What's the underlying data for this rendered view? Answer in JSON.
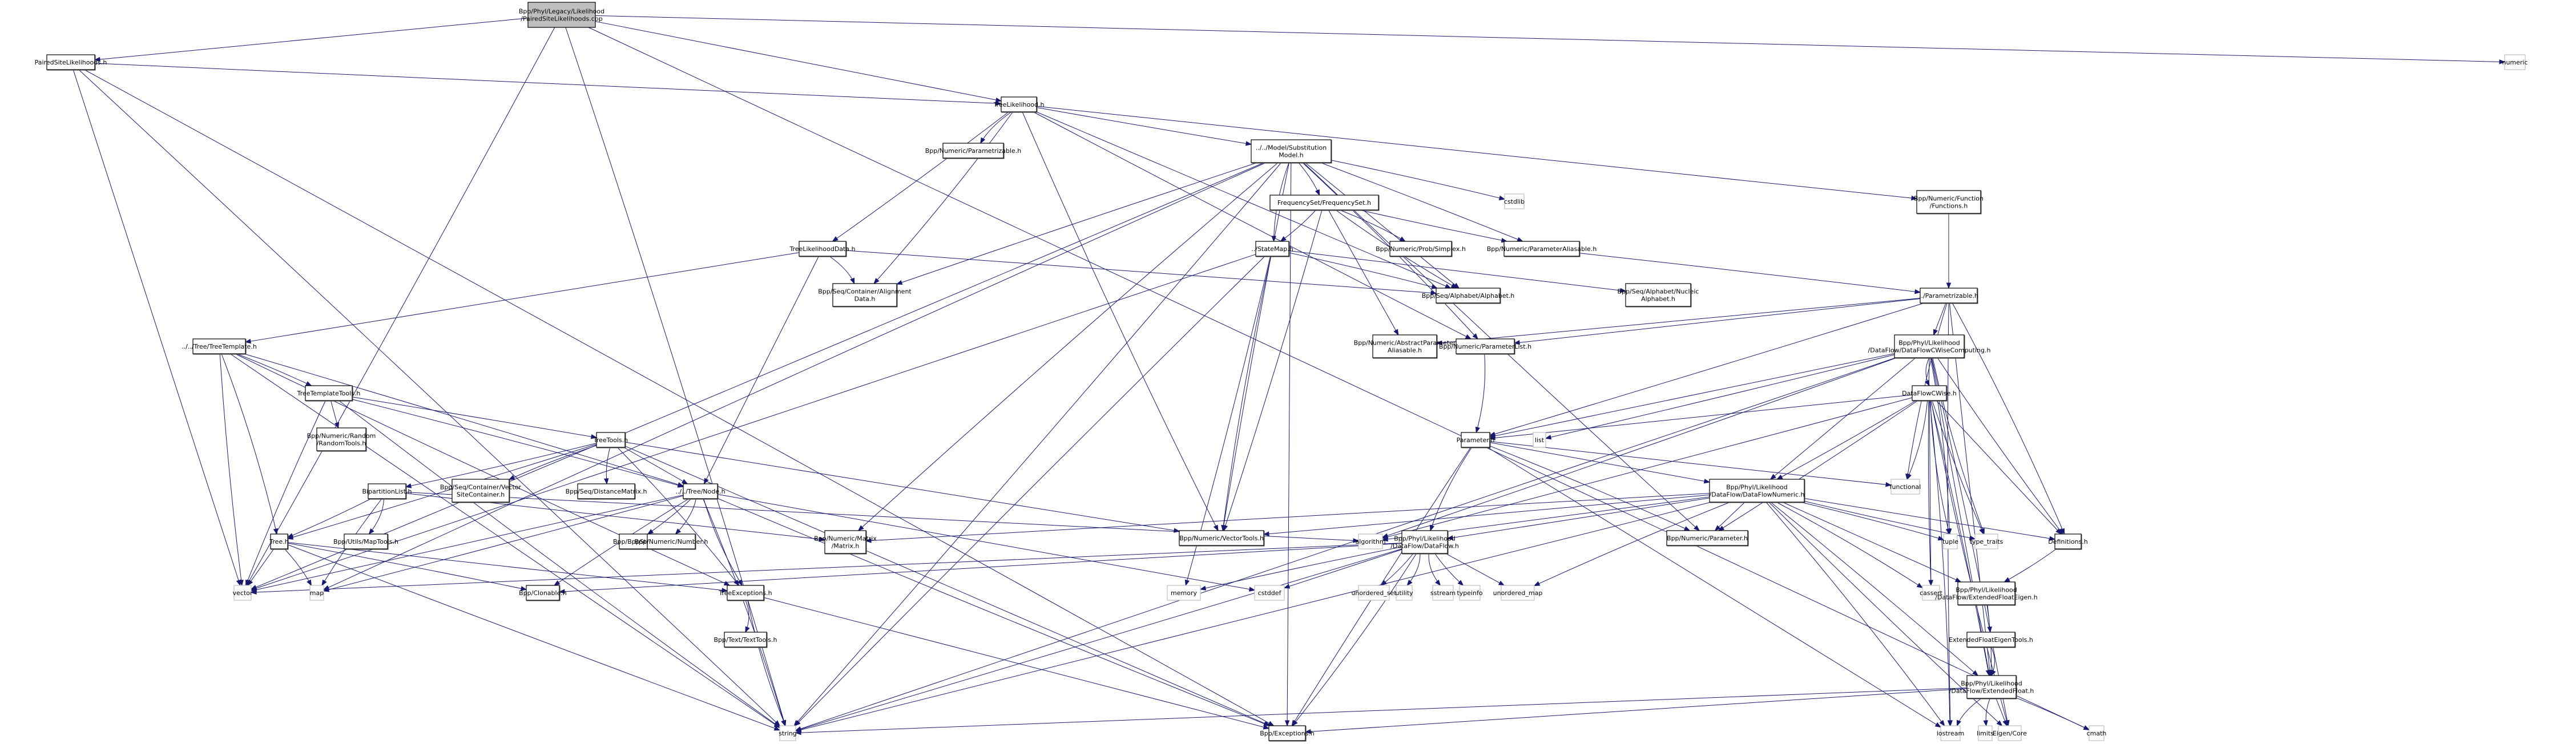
{
  "diagram": {
    "type": "include-dependency-graph",
    "edge_color": "#191970",
    "root_fill": "#bfbfbf",
    "nodes": {
      "root": {
        "label": [
          "Bpp/Phyl/Legacy/Likelihood",
          "/PairedSiteLikelihoods.cpp"
        ],
        "kind": "root"
      },
      "psl": {
        "label": [
          "PairedSiteLikelihoods.h"
        ],
        "kind": "hdr"
      },
      "tl": {
        "label": [
          "TreeLikelihood.h"
        ],
        "kind": "hdr"
      },
      "parametrizable_num": {
        "label": [
          "Bpp/Numeric/Parametrizable.h"
        ],
        "kind": "hdr"
      },
      "subst": {
        "label": [
          "../../Model/Substitution",
          "Model.h"
        ],
        "kind": "hdr"
      },
      "funcs": {
        "label": [
          "Bpp/Numeric/Function",
          "/Functions.h"
        ],
        "kind": "hdr"
      },
      "freqset": {
        "label": [
          "FrequencySet/FrequencySet.h"
        ],
        "kind": "hdr"
      },
      "cstdlib": {
        "label": [
          "cstdlib"
        ],
        "kind": "sys"
      },
      "numeric": {
        "label": [
          "numeric"
        ],
        "kind": "sys"
      },
      "tld": {
        "label": [
          "TreeLikelihoodData.h"
        ],
        "kind": "hdr"
      },
      "aligndata": {
        "label": [
          "Bpp/Seq/Container/Alignment",
          "Data.h"
        ],
        "kind": "hdr"
      },
      "statemap": {
        "label": [
          "../StateMap.h"
        ],
        "kind": "hdr"
      },
      "nucalpha": {
        "label": [
          "Bpp/Seq/Alphabet/Nucleic",
          "Alphabet.h"
        ],
        "kind": "hdr"
      },
      "simplex": {
        "label": [
          "Bpp/Numeric/Prob/Simplex.h"
        ],
        "kind": "hdr"
      },
      "alphabet": {
        "label": [
          "Bpp/Seq/Alphabet/Alphabet.h"
        ],
        "kind": "hdr"
      },
      "paramalias": {
        "label": [
          "Bpp/Numeric/ParameterAliasable.h"
        ],
        "kind": "hdr"
      },
      "parametrizable": {
        "label": [
          "../Parametrizable.h"
        ],
        "kind": "hdr"
      },
      "treetemplate": {
        "label": [
          "../../Tree/TreeTemplate.h"
        ],
        "kind": "hdr"
      },
      "abstractalias": {
        "label": [
          "Bpp/Numeric/AbstractParameter",
          "Aliasable.h"
        ],
        "kind": "hdr"
      },
      "paramlist": {
        "label": [
          "Bpp/Numeric/ParameterList.h"
        ],
        "kind": "hdr"
      },
      "dfcwc": {
        "label": [
          "Bpp/Phyl/Likelihood",
          "/DataFlow/DataFlowCWiseComputing.h"
        ],
        "kind": "hdr"
      },
      "ttt": {
        "label": [
          "TreeTemplateTools.h"
        ],
        "kind": "hdr"
      },
      "randomtools": {
        "label": [
          "Bpp/Numeric/Random",
          "/RandomTools.h"
        ],
        "kind": "hdr"
      },
      "dfcwise": {
        "label": [
          "DataFlowCWise.h"
        ],
        "kind": "hdr"
      },
      "treetools": {
        "label": [
          "TreeTools.h"
        ],
        "kind": "hdr"
      },
      "param_h": {
        "label": [
          "Parameter.h"
        ],
        "kind": "hdr"
      },
      "list": {
        "label": [
          "list"
        ],
        "kind": "sys"
      },
      "functional": {
        "label": [
          "functional"
        ],
        "kind": "sys"
      },
      "biplist": {
        "label": [
          "BipartitionList.h"
        ],
        "kind": "hdr"
      },
      "vsc": {
        "label": [
          "Bpp/Seq/Container/Vector",
          "SiteContainer.h"
        ],
        "kind": "hdr"
      },
      "distmat": {
        "label": [
          "Bpp/Seq/DistanceMatrix.h"
        ],
        "kind": "hdr"
      },
      "node": {
        "label": [
          "../../Tree/Node.h"
        ],
        "kind": "hdr"
      },
      "dfnum": {
        "label": [
          "Bpp/Phyl/Likelihood",
          "/DataFlow/DataFlowNumeric.h"
        ],
        "kind": "hdr"
      },
      "tree": {
        "label": [
          "Tree.h"
        ],
        "kind": "hdr"
      },
      "maptools": {
        "label": [
          "Bpp/Utils/MapTools.h"
        ],
        "kind": "hdr"
      },
      "bppstring": {
        "label": [
          "Bpp/BppString.h"
        ],
        "kind": "hdr"
      },
      "number": {
        "label": [
          "Bpp/Numeric/Number.h"
        ],
        "kind": "hdr"
      },
      "matrix": {
        "label": [
          "Bpp/Numeric/Matrix",
          "/Matrix.h"
        ],
        "kind": "hdr"
      },
      "vectortools": {
        "label": [
          "Bpp/Numeric/VectorTools.h"
        ],
        "kind": "hdr"
      },
      "algorithm": {
        "label": [
          "algorithm"
        ],
        "kind": "sys"
      },
      "dataflow": {
        "label": [
          "Bpp/Phyl/Likelihood",
          "/DataFlow/DataFlow.h"
        ],
        "kind": "hdr"
      },
      "numparam": {
        "label": [
          "Bpp/Numeric/Parameter.h"
        ],
        "kind": "hdr"
      },
      "tuple": {
        "label": [
          "tuple"
        ],
        "kind": "sys"
      },
      "typetraits": {
        "label": [
          "type_traits"
        ],
        "kind": "sys"
      },
      "definitions": {
        "label": [
          "Definitions.h"
        ],
        "kind": "hdr"
      },
      "vector": {
        "label": [
          "vector"
        ],
        "kind": "sys"
      },
      "map": {
        "label": [
          "map"
        ],
        "kind": "sys"
      },
      "clonable": {
        "label": [
          "Bpp/Clonable.h"
        ],
        "kind": "hdr"
      },
      "treeexc": {
        "label": [
          "TreeExceptions.h"
        ],
        "kind": "hdr"
      },
      "memory": {
        "label": [
          "memory"
        ],
        "kind": "sys"
      },
      "cstddef": {
        "label": [
          "cstddef"
        ],
        "kind": "sys"
      },
      "unordered_set": {
        "label": [
          "unordered_set"
        ],
        "kind": "sys"
      },
      "utility": {
        "label": [
          "utility"
        ],
        "kind": "sys"
      },
      "sstream": {
        "label": [
          "sstream"
        ],
        "kind": "sys"
      },
      "typeinfo": {
        "label": [
          "typeinfo"
        ],
        "kind": "sys"
      },
      "unordered_map": {
        "label": [
          "unordered_map"
        ],
        "kind": "sys"
      },
      "cassert": {
        "label": [
          "cassert"
        ],
        "kind": "sys"
      },
      "efeigen": {
        "label": [
          "Bpp/Phyl/Likelihood",
          "/DataFlow/ExtendedFloatEigen.h"
        ],
        "kind": "hdr"
      },
      "texttools": {
        "label": [
          "Bpp/Text/TextTools.h"
        ],
        "kind": "hdr"
      },
      "efetools": {
        "label": [
          "ExtendedFloatEigenTools.h"
        ],
        "kind": "hdr"
      },
      "extfloat": {
        "label": [
          "Bpp/Phyl/Likelihood",
          "/DataFlow/ExtendedFloat.h"
        ],
        "kind": "hdr"
      },
      "string": {
        "label": [
          "string"
        ],
        "kind": "sys"
      },
      "exceptions": {
        "label": [
          "Bpp/Exceptions.h"
        ],
        "kind": "hdr"
      },
      "iostream": {
        "label": [
          "iostream"
        ],
        "kind": "sys"
      },
      "limits": {
        "label": [
          "limits"
        ],
        "kind": "sys"
      },
      "eigencore": {
        "label": [
          "Eigen/Core"
        ],
        "kind": "sys"
      },
      "cmath": {
        "label": [
          "cmath"
        ],
        "kind": "sys"
      }
    },
    "edges": [
      [
        "root",
        "psl"
      ],
      [
        "root",
        "tl"
      ],
      [
        "root",
        "numeric"
      ],
      [
        "root",
        "vector"
      ],
      [
        "root",
        "string"
      ],
      [
        "root",
        "cmath"
      ],
      [
        "psl",
        "tl"
      ],
      [
        "psl",
        "vector"
      ],
      [
        "psl",
        "string"
      ],
      [
        "psl",
        "exceptions"
      ],
      [
        "tl",
        "parametrizable_num"
      ],
      [
        "tl",
        "subst"
      ],
      [
        "tl",
        "funcs"
      ],
      [
        "tl",
        "tld"
      ],
      [
        "tl",
        "aligndata"
      ],
      [
        "tl",
        "vectortools"
      ],
      [
        "tl",
        "paramlist"
      ],
      [
        "tl",
        "alphabet"
      ],
      [
        "subst",
        "freqset"
      ],
      [
        "subst",
        "cstdlib"
      ],
      [
        "subst",
        "statemap"
      ],
      [
        "subst",
        "aligndata"
      ],
      [
        "subst",
        "alphabet"
      ],
      [
        "subst",
        "paramalias"
      ],
      [
        "subst",
        "paramlist"
      ],
      [
        "subst",
        "matrix"
      ],
      [
        "subst",
        "vectortools"
      ],
      [
        "subst",
        "exceptions"
      ],
      [
        "subst",
        "string"
      ],
      [
        "subst",
        "vector"
      ],
      [
        "subst",
        "map"
      ],
      [
        "subst",
        "numparam"
      ],
      [
        "funcs",
        "parametrizable"
      ],
      [
        "freqset",
        "statemap"
      ],
      [
        "freqset",
        "simplex"
      ],
      [
        "freqset",
        "alphabet"
      ],
      [
        "freqset",
        "paramalias"
      ],
      [
        "freqset",
        "abstractalias"
      ],
      [
        "freqset",
        "vectortools"
      ],
      [
        "tld",
        "aligndata"
      ],
      [
        "tld",
        "alphabet"
      ],
      [
        "tld",
        "treetemplate"
      ],
      [
        "tld",
        "node"
      ],
      [
        "statemap",
        "nucalpha"
      ],
      [
        "statemap",
        "alphabet"
      ],
      [
        "statemap",
        "vectortools"
      ],
      [
        "statemap",
        "string"
      ],
      [
        "statemap",
        "vector"
      ],
      [
        "statemap",
        "memory"
      ],
      [
        "paramalias",
        "parametrizable"
      ],
      [
        "parametrizable",
        "abstractalias"
      ],
      [
        "parametrizable",
        "paramlist"
      ],
      [
        "parametrizable",
        "dfcwc"
      ],
      [
        "parametrizable",
        "param_h"
      ],
      [
        "parametrizable",
        "definitions"
      ],
      [
        "parametrizable",
        "functional"
      ],
      [
        "parametrizable",
        "iostream"
      ],
      [
        "parametrizable",
        "extfloat"
      ],
      [
        "treetemplate",
        "ttt"
      ],
      [
        "treetemplate",
        "tree"
      ],
      [
        "treetemplate",
        "treeexc"
      ],
      [
        "treetemplate",
        "vector"
      ],
      [
        "treetemplate",
        "string"
      ],
      [
        "treetemplate",
        "node"
      ],
      [
        "paramlist",
        "param_h"
      ],
      [
        "dfcwc",
        "dfcwise"
      ],
      [
        "dfcwc",
        "param_h"
      ],
      [
        "dfcwc",
        "dfnum"
      ],
      [
        "dfcwc",
        "list"
      ],
      [
        "dfcwc",
        "tuple"
      ],
      [
        "dfcwc",
        "typetraits"
      ],
      [
        "dfcwc",
        "definitions"
      ],
      [
        "dfcwc",
        "extfloat"
      ],
      [
        "dfcwc",
        "eigencore"
      ],
      [
        "dfcwc",
        "algorithm"
      ],
      [
        "dfcwc",
        "string"
      ],
      [
        "dfcwc",
        "cassert"
      ],
      [
        "ttt",
        "randomtools"
      ],
      [
        "ttt",
        "treetools"
      ],
      [
        "ttt",
        "node"
      ],
      [
        "ttt",
        "string"
      ],
      [
        "ttt",
        "vector"
      ],
      [
        "dfcwise",
        "param_h"
      ],
      [
        "dfcwise",
        "dfnum"
      ],
      [
        "dfcwise",
        "functional"
      ],
      [
        "dfcwise",
        "tuple"
      ],
      [
        "dfcwise",
        "typetraits"
      ],
      [
        "dfcwise",
        "definitions"
      ],
      [
        "dfcwise",
        "extfloat"
      ],
      [
        "dfcwise",
        "iostream"
      ],
      [
        "dfcwise",
        "eigencore"
      ],
      [
        "dfcwise",
        "algorithm"
      ],
      [
        "dfcwise",
        "cassert"
      ],
      [
        "dfcwise",
        "numparam"
      ],
      [
        "treetools",
        "biplist"
      ],
      [
        "treetools",
        "vsc"
      ],
      [
        "treetools",
        "distmat"
      ],
      [
        "treetools",
        "node"
      ],
      [
        "treetools",
        "tree"
      ],
      [
        "treetools",
        "treeexc"
      ],
      [
        "treetools",
        "vectortools"
      ],
      [
        "treetools",
        "exceptions"
      ],
      [
        "param_h",
        "dfnum"
      ],
      [
        "param_h",
        "functional"
      ],
      [
        "param_h",
        "numparam"
      ],
      [
        "param_h",
        "dataflow"
      ],
      [
        "param_h",
        "exceptions"
      ],
      [
        "param_h",
        "iostream"
      ],
      [
        "biplist",
        "tree"
      ],
      [
        "biplist",
        "maptools"
      ],
      [
        "biplist",
        "matrix"
      ],
      [
        "biplist",
        "map"
      ],
      [
        "biplist",
        "algorithm"
      ],
      [
        "node",
        "bppstring"
      ],
      [
        "node",
        "number"
      ],
      [
        "node",
        "treeexc"
      ],
      [
        "node",
        "clonable"
      ],
      [
        "node",
        "vector"
      ],
      [
        "node",
        "map"
      ],
      [
        "node",
        "string"
      ],
      [
        "node",
        "exceptions"
      ],
      [
        "node",
        "cstddef"
      ],
      [
        "dfnum",
        "numparam"
      ],
      [
        "dfnum",
        "dataflow"
      ],
      [
        "dfnum",
        "tuple"
      ],
      [
        "dfnum",
        "typetraits"
      ],
      [
        "dfnum",
        "definitions"
      ],
      [
        "dfnum",
        "efeigen"
      ],
      [
        "dfnum",
        "extfloat"
      ],
      [
        "dfnum",
        "cassert"
      ],
      [
        "dfnum",
        "unordered_map"
      ],
      [
        "dfnum",
        "vectortools"
      ],
      [
        "dfnum",
        "algorithm"
      ],
      [
        "dfnum",
        "matrix"
      ],
      [
        "dfnum",
        "iostream"
      ],
      [
        "dfnum",
        "string"
      ],
      [
        "dfnum",
        "eigencore"
      ],
      [
        "tree",
        "vector"
      ],
      [
        "tree",
        "map"
      ],
      [
        "tree",
        "clonable"
      ],
      [
        "tree",
        "treeexc"
      ],
      [
        "tree",
        "string"
      ],
      [
        "dataflow",
        "cstddef"
      ],
      [
        "dataflow",
        "unordered_set"
      ],
      [
        "dataflow",
        "utility"
      ],
      [
        "dataflow",
        "sstream"
      ],
      [
        "dataflow",
        "typeinfo"
      ],
      [
        "dataflow",
        "unordered_map"
      ],
      [
        "dataflow",
        "string"
      ],
      [
        "dataflow",
        "exceptions"
      ],
      [
        "dataflow",
        "memory"
      ],
      [
        "dataflow",
        "vector"
      ],
      [
        "dataflow",
        "clonable"
      ],
      [
        "definitions",
        "efeigen"
      ],
      [
        "treeexc",
        "texttools"
      ],
      [
        "treeexc",
        "string"
      ],
      [
        "treeexc",
        "exceptions"
      ],
      [
        "efeigen",
        "efetools"
      ],
      [
        "efeigen",
        "extfloat"
      ],
      [
        "efetools",
        "extfloat"
      ],
      [
        "extfloat",
        "iostream"
      ],
      [
        "extfloat",
        "limits"
      ],
      [
        "extfloat",
        "eigencore"
      ],
      [
        "extfloat",
        "cmath"
      ],
      [
        "extfloat",
        "string"
      ],
      [
        "extfloat",
        "exceptions"
      ]
    ]
  }
}
